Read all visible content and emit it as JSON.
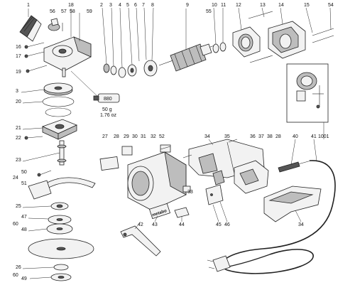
{
  "callouts": [
    {
      "id": "c1",
      "text": "1"
    },
    {
      "id": "c18",
      "text": "18"
    },
    {
      "id": "c56",
      "text": "56"
    },
    {
      "id": "c57",
      "text": "57"
    },
    {
      "id": "c58",
      "text": "58"
    },
    {
      "id": "c59",
      "text": "59"
    },
    {
      "id": "c2",
      "text": "2"
    },
    {
      "id": "c3a",
      "text": "3"
    },
    {
      "id": "c4",
      "text": "4"
    },
    {
      "id": "c5",
      "text": "5"
    },
    {
      "id": "c6",
      "text": "6"
    },
    {
      "id": "c7",
      "text": "7"
    },
    {
      "id": "c8",
      "text": "8"
    },
    {
      "id": "c9",
      "text": "9"
    },
    {
      "id": "c10",
      "text": "10"
    },
    {
      "id": "c55",
      "text": "55"
    },
    {
      "id": "c11",
      "text": "11"
    },
    {
      "id": "c12",
      "text": "12"
    },
    {
      "id": "c13",
      "text": "13"
    },
    {
      "id": "c14",
      "text": "14"
    },
    {
      "id": "c15",
      "text": "15"
    },
    {
      "id": "c54",
      "text": "54"
    },
    {
      "id": "c16",
      "text": "16"
    },
    {
      "id": "c17",
      "text": "17"
    },
    {
      "id": "c19",
      "text": "19"
    },
    {
      "id": "c3b",
      "text": "3"
    },
    {
      "id": "c20",
      "text": "20"
    },
    {
      "id": "c21",
      "text": "21"
    },
    {
      "id": "c22",
      "text": "22"
    },
    {
      "id": "c23",
      "text": "23"
    },
    {
      "id": "c50",
      "text": "50"
    },
    {
      "id": "c24",
      "text": "24"
    },
    {
      "id": "c51",
      "text": "51"
    },
    {
      "id": "c25",
      "text": "25"
    },
    {
      "id": "c47",
      "text": "47"
    },
    {
      "id": "c60a",
      "text": "60"
    },
    {
      "id": "c48",
      "text": "48"
    },
    {
      "id": "c26",
      "text": "26"
    },
    {
      "id": "c60b",
      "text": "60"
    },
    {
      "id": "c49",
      "text": "49"
    },
    {
      "id": "c27",
      "text": "27"
    },
    {
      "id": "c28a",
      "text": "28"
    },
    {
      "id": "c29",
      "text": "29"
    },
    {
      "id": "c30",
      "text": "30"
    },
    {
      "id": "c31",
      "text": "31"
    },
    {
      "id": "c32",
      "text": "32"
    },
    {
      "id": "c52",
      "text": "52"
    },
    {
      "id": "c33",
      "text": "33"
    },
    {
      "id": "c34a",
      "text": "34"
    },
    {
      "id": "c35",
      "text": "35"
    },
    {
      "id": "c36",
      "text": "36"
    },
    {
      "id": "c37",
      "text": "37"
    },
    {
      "id": "c38",
      "text": "38"
    },
    {
      "id": "c28b",
      "text": "28"
    },
    {
      "id": "c40",
      "text": "40"
    },
    {
      "id": "c41",
      "text": "41"
    },
    {
      "id": "c1001",
      "text": "1001"
    },
    {
      "id": "c45",
      "text": "45"
    },
    {
      "id": "c46",
      "text": "46"
    },
    {
      "id": "c42",
      "text": "42"
    },
    {
      "id": "c43",
      "text": "43"
    },
    {
      "id": "c44",
      "text": "44"
    },
    {
      "id": "c34b",
      "text": "34"
    }
  ],
  "grease": {
    "code": "880",
    "weight_g": "50 g",
    "weight_oz": "1.76 oz"
  },
  "brand_plate": "metabo"
}
